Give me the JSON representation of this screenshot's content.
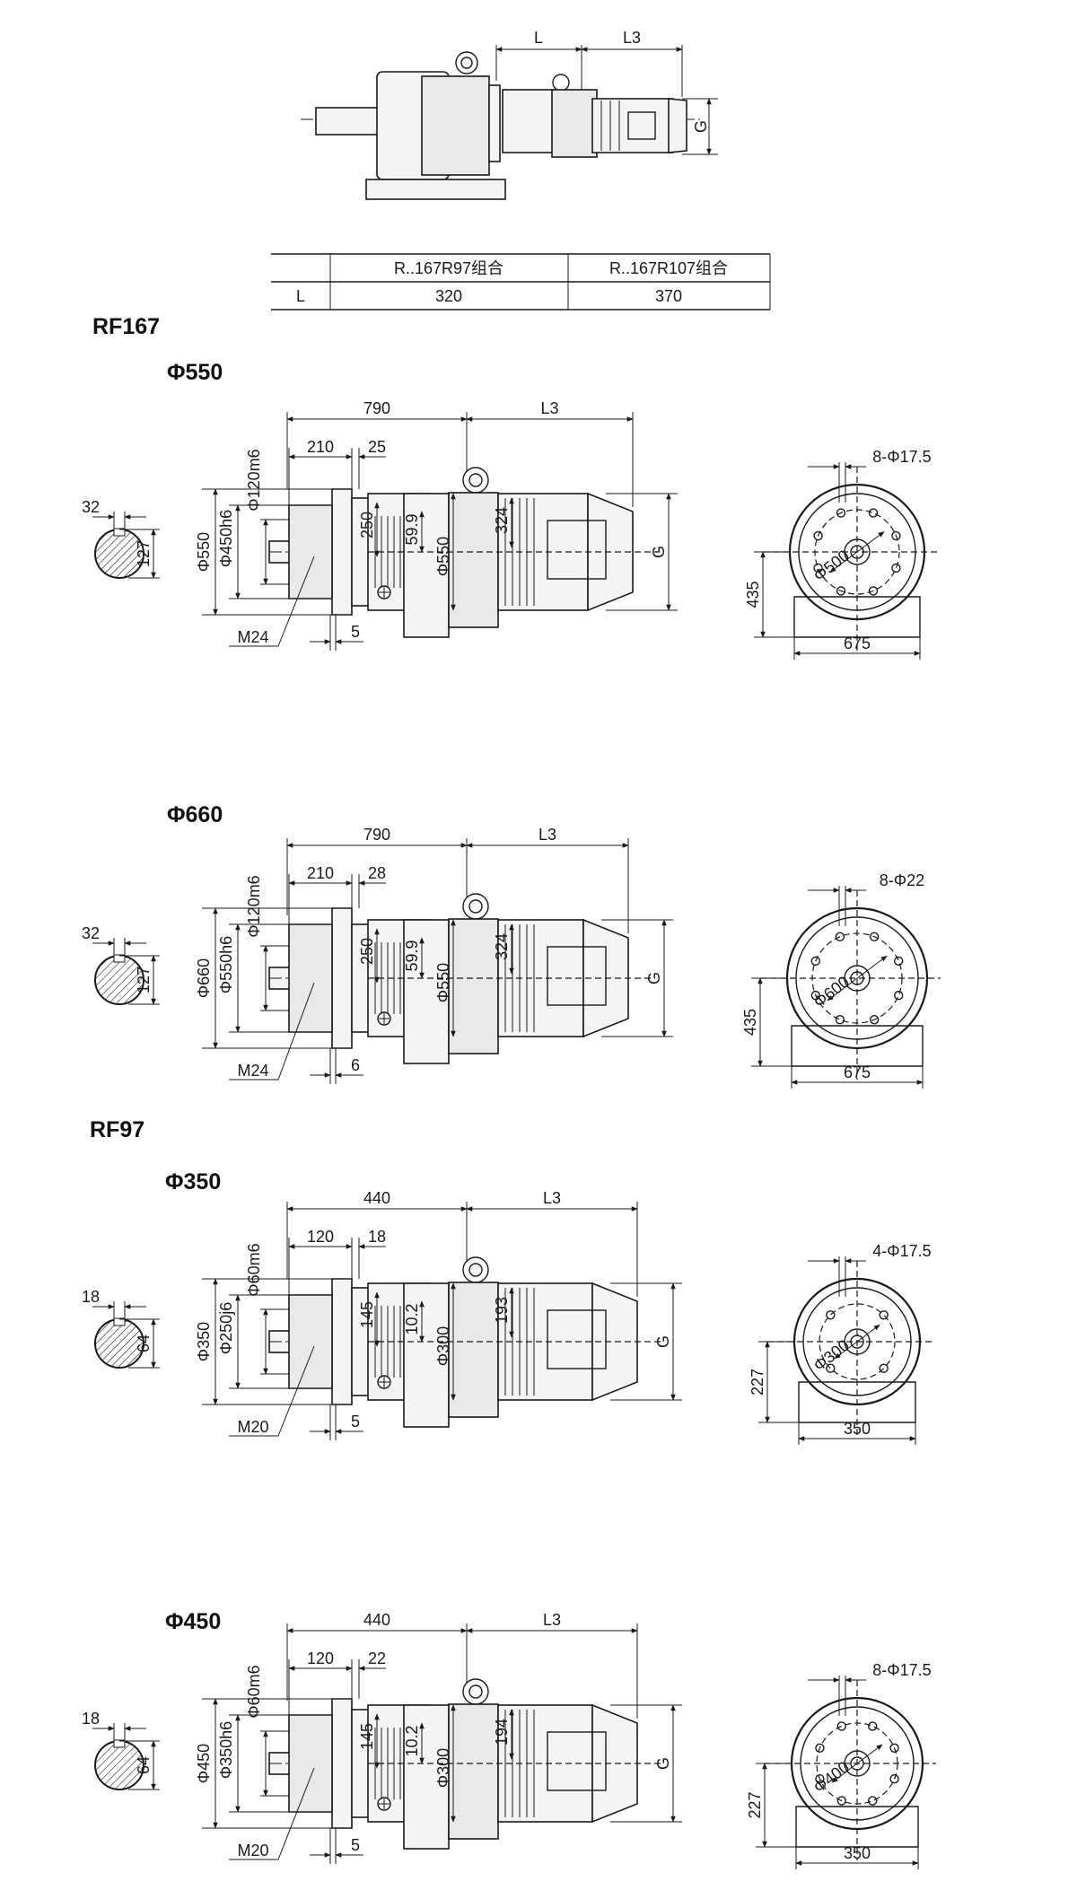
{
  "top_view": {
    "dims": {
      "L": "L",
      "L3": "L3",
      "G": "G"
    }
  },
  "table": {
    "headers": [
      "",
      "R..167R97组合",
      "R..167R107组合"
    ],
    "row": [
      "L",
      "320",
      "370"
    ]
  },
  "sections": [
    {
      "model": "RF167",
      "flange": "Φ550",
      "dims": {
        "overall": "790",
        "L3": "L3",
        "d210": "210",
        "d_top": "25",
        "shaft_key": "32",
        "shaft_h": "127",
        "flange_d": "Φ550",
        "pilot": "Φ450h6",
        "shaft_d": "Φ120m6",
        "d250": "250",
        "d59": "59.9",
        "d550b": "Φ550",
        "d324": "324",
        "G": "G",
        "thread": "M24",
        "d_bottom": "5",
        "holes": "8-Φ17.5",
        "pcd": "Φ500",
        "h435": "435",
        "w675": "675"
      }
    },
    {
      "model": "",
      "flange": "Φ660",
      "dims": {
        "overall": "790",
        "L3": "L3",
        "d210": "210",
        "d_top": "28",
        "shaft_key": "32",
        "shaft_h": "127",
        "flange_d": "Φ660",
        "pilot": "Φ550h6",
        "shaft_d": "Φ120m6",
        "d250": "250",
        "d59": "59.9",
        "d550b": "Φ550",
        "d324": "324",
        "G": "G",
        "thread": "M24",
        "d_bottom": "6",
        "holes": "8-Φ22",
        "pcd": "Φ600",
        "h435": "435",
        "w675": "675"
      }
    },
    {
      "model": "RF97",
      "flange": "Φ350",
      "dims": {
        "overall": "440",
        "L3": "L3",
        "d210": "120",
        "d_top": "18",
        "shaft_key": "18",
        "shaft_h": "64",
        "flange_d": "Φ350",
        "pilot": "Φ250j6",
        "shaft_d": "Φ60m6",
        "d250": "145",
        "d59": "10.2",
        "d550b": "Φ300",
        "d324": "193",
        "G": "G",
        "thread": "M20",
        "d_bottom": "5",
        "holes": "4-Φ17.5",
        "pcd": "Φ300",
        "h435": "227",
        "w675": "350"
      }
    },
    {
      "model": "",
      "flange": "Φ450",
      "dims": {
        "overall": "440",
        "L3": "L3",
        "d210": "120",
        "d_top": "22",
        "shaft_key": "18",
        "shaft_h": "64",
        "flange_d": "Φ450",
        "pilot": "Φ350h6",
        "shaft_d": "Φ60m6",
        "d250": "145",
        "d59": "10.2",
        "d550b": "Φ300",
        "d324": "194",
        "G": "G",
        "thread": "M20",
        "d_bottom": "5",
        "holes": "8-Φ17.5",
        "pcd": "Φ400",
        "h435": "227",
        "w675": "350"
      }
    }
  ]
}
